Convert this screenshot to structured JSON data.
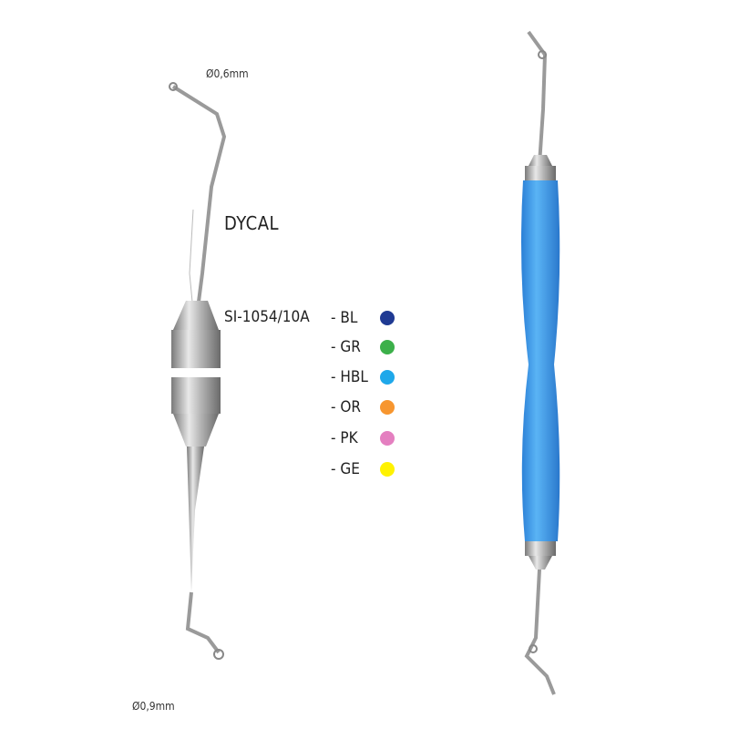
{
  "product": {
    "name": "DYCAL",
    "code": "SI-1054/10A",
    "tip_top": "Ø0,6mm",
    "tip_bottom": "Ø0,9mm",
    "variants": [
      {
        "label": "- BL",
        "color": "#1f3a93"
      },
      {
        "label": "- GR",
        "color": "#3cb04a"
      },
      {
        "label": "- HBL",
        "color": "#1fa8ea"
      },
      {
        "label": "- OR",
        "color": "#f7962f"
      },
      {
        "label": "- PK",
        "color": "#e47fc0"
      },
      {
        "label": "- GE",
        "color": "#fff200"
      }
    ],
    "handle_color": "#3d9be9"
  }
}
